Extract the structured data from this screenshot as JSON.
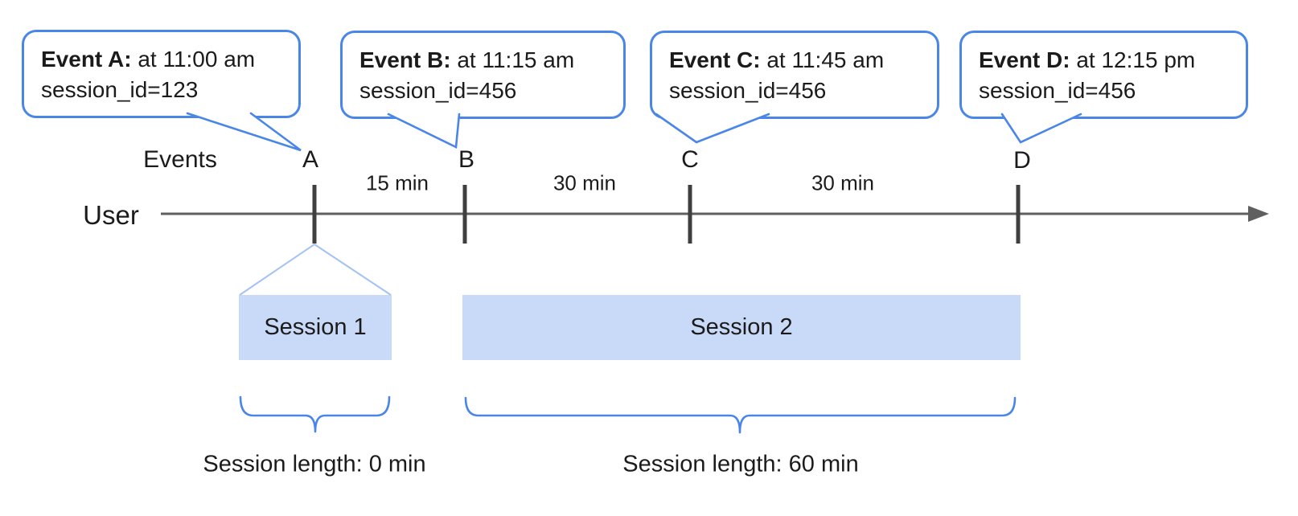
{
  "bubbles": [
    {
      "name": "Event A:",
      "time": " at 11:00 am",
      "session_id": "session_id=123"
    },
    {
      "name": "Event B:",
      "time": " at 11:15 am",
      "session_id": "session_id=456"
    },
    {
      "name": "Event C:",
      "time": " at 11:45 am",
      "session_id": "session_id=456"
    },
    {
      "name": "Event D:",
      "time": " at 12:15 pm",
      "session_id": "session_id=456"
    }
  ],
  "timeline": {
    "events_label": "Events",
    "user_label": "User",
    "ticks": [
      "A",
      "B",
      "C",
      "D"
    ],
    "intervals": [
      "15 min",
      "30 min",
      "30 min"
    ]
  },
  "sessions": [
    {
      "label": "Session 1",
      "length": "Session length: 0 min"
    },
    {
      "label": "Session 2",
      "length": "Session length: 60 min"
    }
  ],
  "colors": {
    "bubble_border": "#4a86e8",
    "brace": "#4a86e8",
    "session_fill": "#c9daf8",
    "funnel_line": "#a4c2f4",
    "axis_line": "#5f5f5f",
    "tick_mark": "#3f3f3f",
    "text": "#1b1b1b"
  }
}
